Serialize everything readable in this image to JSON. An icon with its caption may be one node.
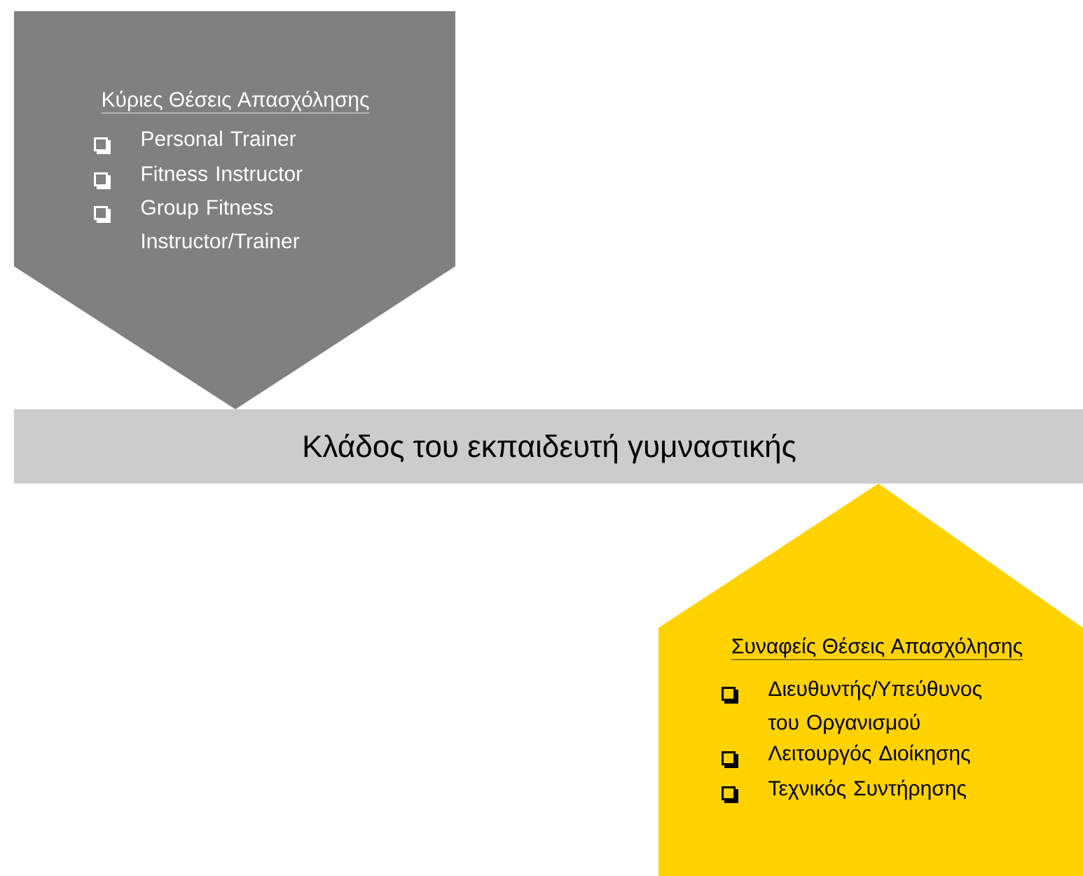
{
  "diagram": {
    "nodes": [
      {
        "text": [
          "Κύριες Θέσεις Απασχόλησης",
          "Personal Trainer",
          "Fitness Instructor",
          "Group Fitness Instructor/Trainer"
        ]
      },
      {
        "text": [
          "Κλάδος του εκπαιδευτή γυμναστικής"
        ]
      },
      {
        "text": [
          "Συναφείς Θέσεις Απασχόλησης",
          "Διευθυντής/Υπεύθυνος του Οργανισμού",
          "Λειτουργός Διοίκησης",
          "Τεχνικός Συντήρησης"
        ]
      }
    ]
  }
}
